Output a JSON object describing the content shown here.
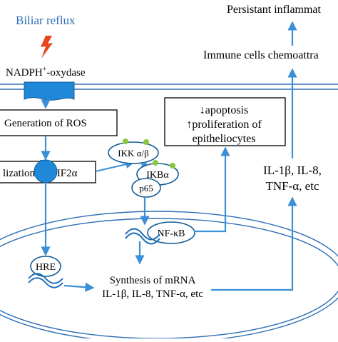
{
  "trigger": {
    "label": "Biliar reflux",
    "color": "#2e6fb6",
    "icon": "lightning-bolt-icon"
  },
  "enzyme": {
    "label_main": "NADPH",
    "label_sup": "+",
    "label_tail": "-oxydase"
  },
  "boxes": {
    "ros": "Generation of ROS",
    "hif": "lization of HIF2α",
    "apoptosis_line1": "↓apoptosis",
    "apoptosis_line2": "↑proliferation of",
    "apoptosis_line3": "epitheliocytes"
  },
  "complex": {
    "ikk": "IKK α/β",
    "ikba": "IKBα",
    "p65": "p65",
    "nfkb": "NF-κB"
  },
  "nucleus": {
    "hre": "HRE",
    "synthesis_line1": "Synthesis of mRNA",
    "synthesis_line2": "IL-1β, IL-8, TNF-α, etc"
  },
  "cytokines": {
    "line1": "IL-1β, IL-8,",
    "line2": "TNF-α, etc"
  },
  "outcomes": {
    "chemo": "Immune cells chemoattra",
    "inflammation": "Persistant inflammat"
  },
  "colors": {
    "arrow": "#3a8fd6",
    "membrane": "#2e6fb6",
    "receptor": "#1f88d8",
    "green_dot": "#8ac83b",
    "text": "#000000"
  }
}
